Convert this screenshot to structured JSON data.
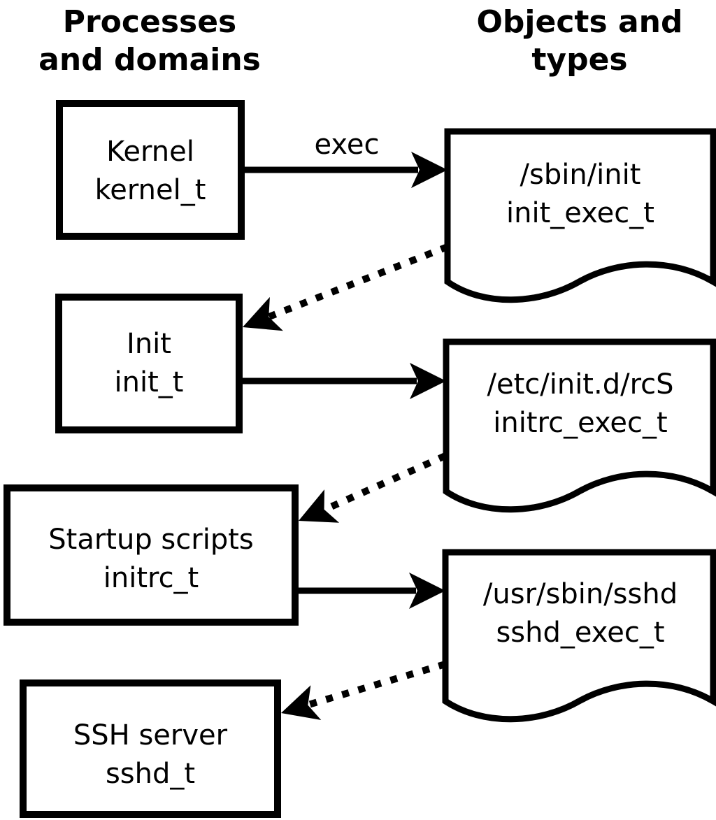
{
  "diagram": {
    "title_left": {
      "line1": "Processes",
      "line2": "and domains"
    },
    "title_right": {
      "line1": "Objects and",
      "line2": "types"
    },
    "processes": [
      {
        "name": "Kernel",
        "type": "kernel_t"
      },
      {
        "name": "Init",
        "type": "init_t"
      },
      {
        "name": "Startup scripts",
        "type": "initrc_t"
      },
      {
        "name": "SSH server",
        "type": "sshd_t"
      }
    ],
    "objects": [
      {
        "path": "/sbin/init",
        "type": "init_exec_t"
      },
      {
        "path": "/etc/init.d/rcS",
        "type": "initrc_exec_t"
      },
      {
        "path": "/usr/sbin/sshd",
        "type": "sshd_exec_t"
      }
    ],
    "edge_labels": {
      "exec": "exec"
    },
    "colors": {
      "stroke": "#000000",
      "fill": "#ffffff"
    }
  }
}
